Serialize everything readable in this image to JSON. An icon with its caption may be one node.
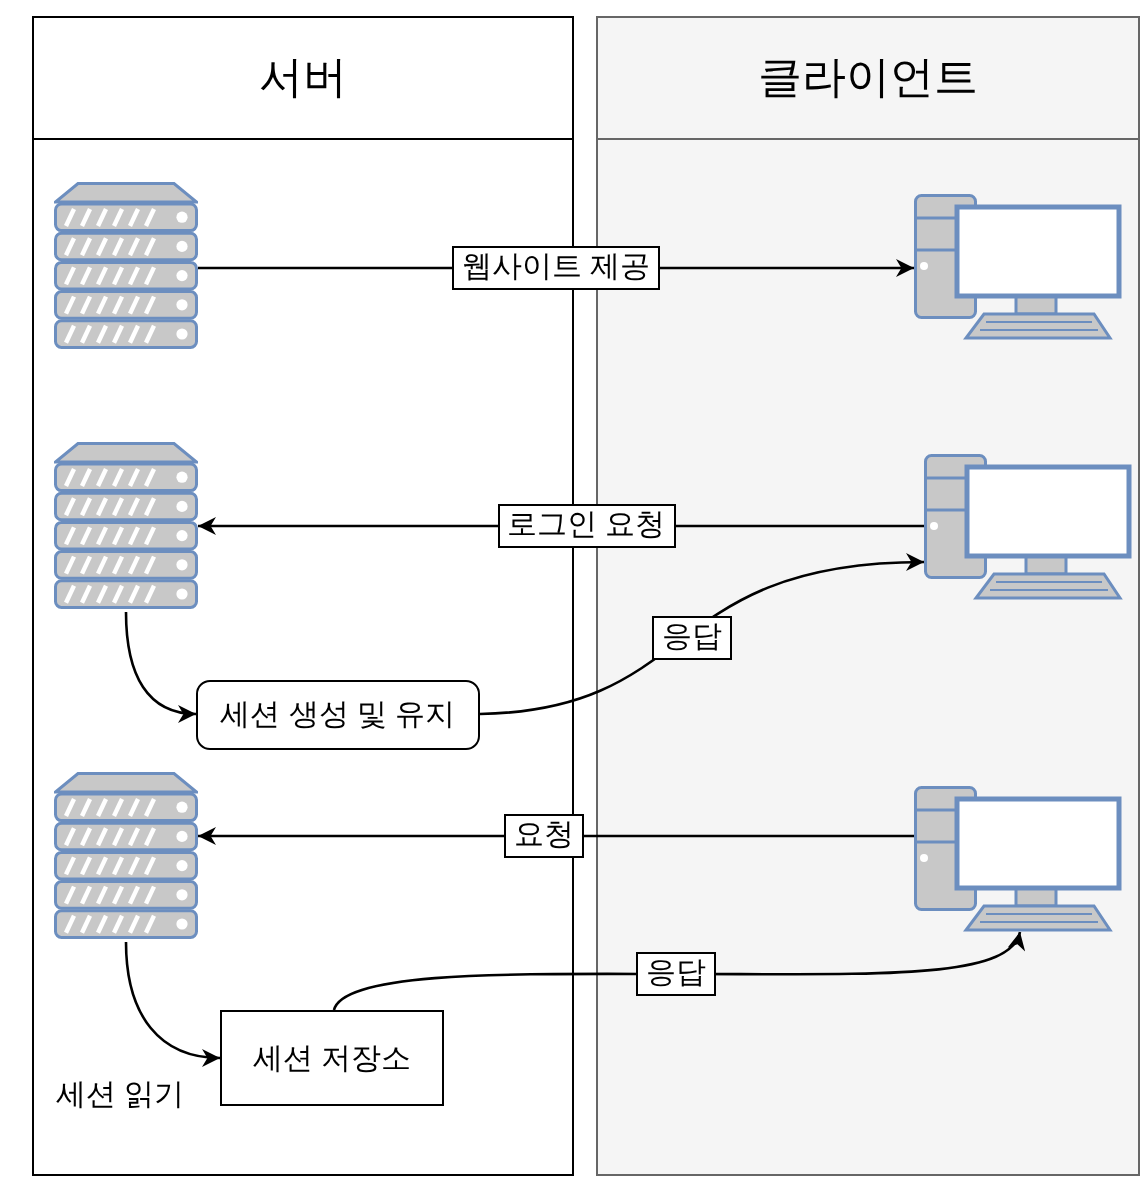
{
  "diagram": {
    "nodes": [
      {
        "text": [
          "서버"
        ]
      },
      {
        "text": [
          "클라이언트"
        ]
      },
      {
        "text": [],
        "shape": "server",
        "in": 0
      },
      {
        "text": [],
        "shape": "computer",
        "in": 1
      },
      {
        "text": [],
        "shape": "server",
        "in": 0
      },
      {
        "text": [],
        "shape": "computer",
        "in": 1
      },
      {
        "text": [
          "세션 생성 및 유지"
        ],
        "in": 0
      },
      {
        "text": [],
        "shape": "server",
        "in": 0
      },
      {
        "text": [],
        "shape": "computer",
        "in": 1
      },
      {
        "text": [
          "세션 저장소"
        ],
        "in": 0
      }
    ],
    "edges": [
      {
        "from": 2,
        "to": 3,
        "arrow": "to",
        "label": "웹사이트 제공"
      },
      {
        "from": 5,
        "to": 4,
        "arrow": "to",
        "label": "로그인 요청"
      },
      {
        "from": 4,
        "to": 6,
        "arrow": "to"
      },
      {
        "from": 6,
        "to": 5,
        "arrow": "to",
        "label": "응답"
      },
      {
        "from": 8,
        "to": 7,
        "arrow": "to",
        "label": "요청"
      },
      {
        "from": 7,
        "to": 9,
        "arrow": "to"
      },
      {
        "from": 9,
        "to": 8,
        "arrow": "to",
        "label": "응답"
      }
    ],
    "labels": [
      "세션 읽기"
    ]
  }
}
